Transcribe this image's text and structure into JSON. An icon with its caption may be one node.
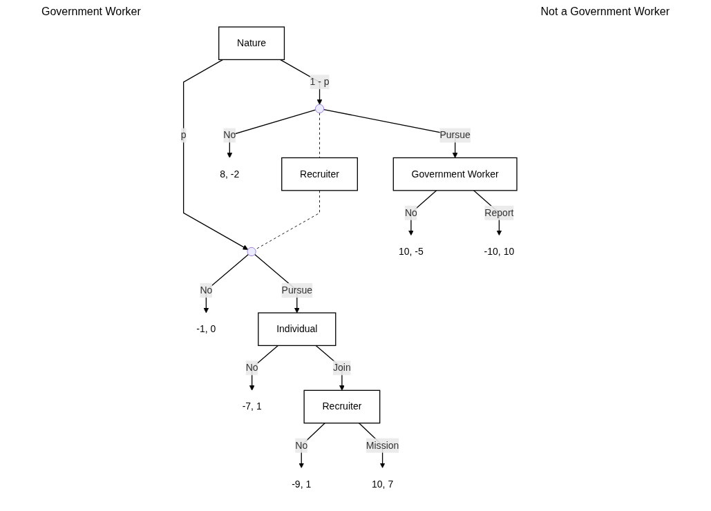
{
  "diagram": {
    "nodes": [
      {
        "text": [
          "Nature"
        ]
      },
      {
        "text": [],
        "shape": "circle"
      },
      {
        "text": [],
        "shape": "circle"
      },
      {
        "text": [
          "Recruiter"
        ]
      },
      {
        "text": [
          "8, -2"
        ]
      },
      {
        "text": [
          "Government Worker"
        ]
      },
      {
        "text": [
          "-1, 0"
        ]
      },
      {
        "text": [
          "Individual"
        ]
      },
      {
        "text": [
          "10, -5"
        ]
      },
      {
        "text": [
          "-10, 10"
        ]
      },
      {
        "text": [
          "-7, 1"
        ]
      },
      {
        "text": [
          "Recruiter"
        ]
      },
      {
        "text": [
          "-9, 1"
        ]
      },
      {
        "text": [
          "10, 7"
        ]
      }
    ],
    "edges": [
      {
        "from": 0,
        "to": 1,
        "arrow": "to",
        "label": "1 - p"
      },
      {
        "from": 0,
        "to": 2,
        "arrow": "to",
        "label": "p"
      },
      {
        "from": 1,
        "to": 3,
        "arrow": "none",
        "style": "dashed"
      },
      {
        "from": 3,
        "to": 2,
        "arrow": "none",
        "style": "dashed"
      },
      {
        "from": 1,
        "to": 4,
        "arrow": "to",
        "label": "No"
      },
      {
        "from": 1,
        "to": 5,
        "arrow": "to",
        "label": "Pursue"
      },
      {
        "from": 2,
        "to": 6,
        "arrow": "to",
        "label": "No"
      },
      {
        "from": 2,
        "to": 7,
        "arrow": "to",
        "label": "Pursue"
      },
      {
        "from": 5,
        "to": 8,
        "arrow": "to",
        "label": "No"
      },
      {
        "from": 5,
        "to": 9,
        "arrow": "to",
        "label": "Report"
      },
      {
        "from": 7,
        "to": 10,
        "arrow": "to",
        "label": "No"
      },
      {
        "from": 7,
        "to": 11,
        "arrow": "to",
        "label": "Join"
      },
      {
        "from": 11,
        "to": 12,
        "arrow": "to",
        "label": "No"
      },
      {
        "from": 11,
        "to": 13,
        "arrow": "to",
        "label": "Mission"
      }
    ],
    "labels": [
      "Government Worker",
      "Not a Government Worker"
    ]
  }
}
